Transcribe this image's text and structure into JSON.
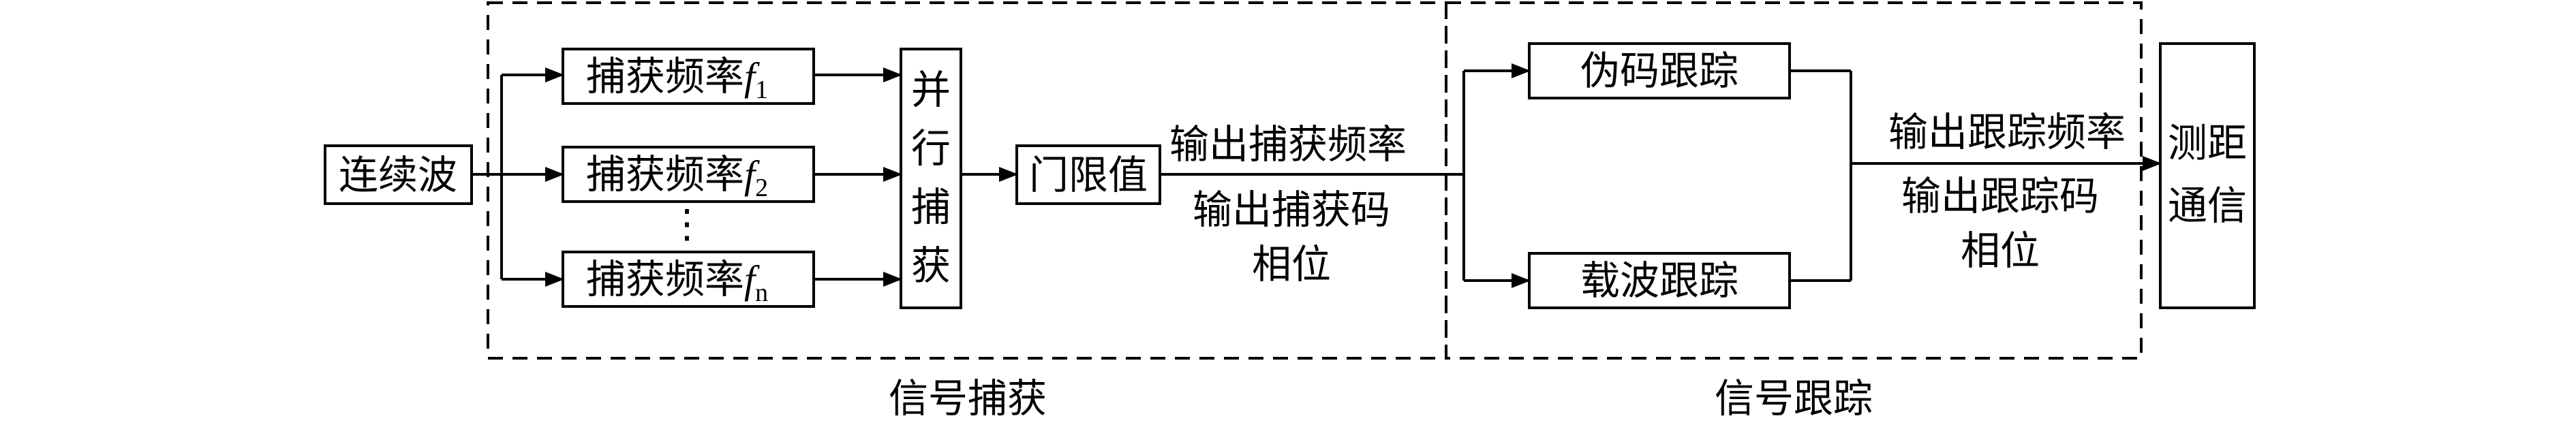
{
  "input": {
    "label": "连续波"
  },
  "acquisition": {
    "group_label": "信号捕获",
    "channels": [
      {
        "label": "捕获频率",
        "symbol": "f",
        "index": "1"
      },
      {
        "label": "捕获频率",
        "symbol": "f",
        "index": "2"
      },
      {
        "label": "捕获频率",
        "symbol": "f",
        "index": "n"
      }
    ],
    "ellipsis": "⋮",
    "parallel": [
      "并",
      "行",
      "捕",
      "获"
    ],
    "threshold": "门限值",
    "output_freq": "输出捕获频率",
    "output_code_1": "输出捕获码",
    "output_code_2": "相位"
  },
  "tracking": {
    "group_label": "信号跟踪",
    "code_tracking": "伪码跟踪",
    "carrier_tracking": "载波跟踪",
    "output_freq": "输出跟踪频率",
    "output_code_1": "输出跟踪码",
    "output_code_2": "相位"
  },
  "ranging": [
    "测距",
    "通信"
  ]
}
